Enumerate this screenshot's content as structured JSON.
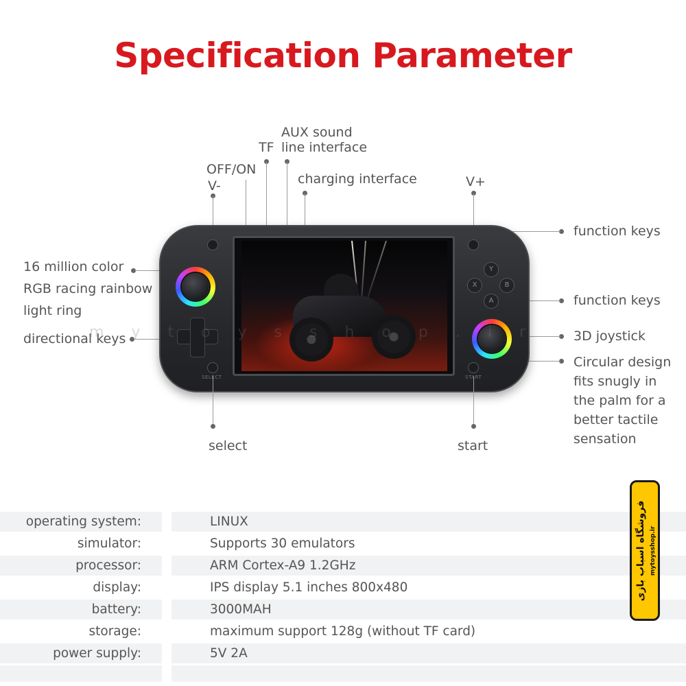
{
  "title": "Specification Parameter",
  "labels": {
    "aux_sound_1": "AUX sound",
    "aux_sound_2": "line interface",
    "tf": "TF",
    "off_on": "OFF/ON",
    "v_minus": "V-",
    "charging": "charging interface",
    "v_plus": "V+",
    "function_keys_top": "function keys",
    "function_keys_mid": "function keys",
    "rgb_1": "16 million color",
    "rgb_2": "RGB racing rainbow",
    "rgb_3": "light ring",
    "directional_keys": "directional keys",
    "joystick_3d": "3D joystick",
    "circular_1": "Circular design",
    "circular_2": "fits snugly in",
    "circular_3": "the palm for a",
    "circular_4": "better tactile",
    "circular_5": "sensation",
    "select": "select",
    "start": "start"
  },
  "device": {
    "select_print": "SELECT",
    "start_print": "START",
    "btn_y": "Y",
    "btn_x": "X",
    "btn_b": "B",
    "btn_a": "A"
  },
  "watermark": "mytoysshop.ir",
  "specs": [
    {
      "key": "operating system:",
      "value": "LINUX"
    },
    {
      "key": "simulator:",
      "value": "Supports 30 emulators"
    },
    {
      "key": "processor:",
      "value": "ARM Cortex-A9 1.2GHz"
    },
    {
      "key": "display:",
      "value": "IPS display 5.1 inches 800x480"
    },
    {
      "key": "battery:",
      "value": "3000MAH"
    },
    {
      "key": "storage:",
      "value": "maximum support 128g (without TF card)"
    },
    {
      "key": "power supply:",
      "value": "5V 2A"
    }
  ],
  "logo": {
    "persian": "فروشگاه اسباب بازی",
    "site": "mytoysshop.ir"
  },
  "colors": {
    "title_red": "#d7191f",
    "logo_yellow": "#ffc700",
    "row_shade": "#f1f2f4"
  }
}
